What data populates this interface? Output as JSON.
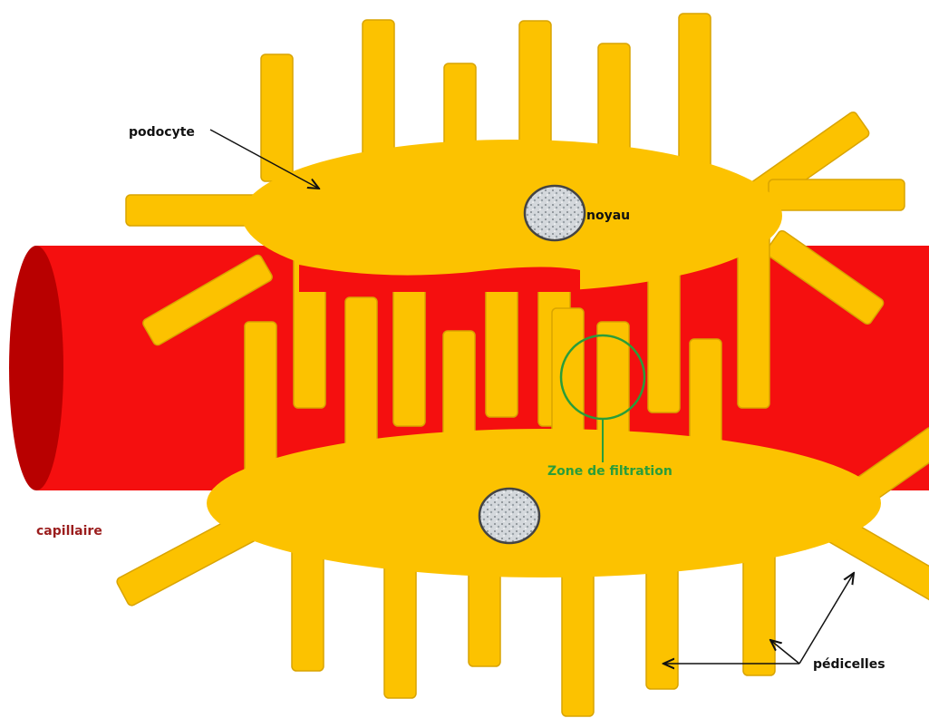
{
  "labels": {
    "podocyte": "podocyte",
    "noyau": "noyau",
    "zone_filtration": "Zone de filtration",
    "capillaire": "capillaire",
    "pedicelles": "pédicelles"
  },
  "colors": {
    "capillary": "#f50f0f",
    "capillary_end": "#b80000",
    "podocyte": "#fcc200",
    "podocyte_stroke": "#d9a400",
    "nucleus_fill": "#c8ccd0",
    "nucleus_stroke": "#444444",
    "filtration_circle": "#2a9d3a",
    "label_capillaire": "#9b1d1d",
    "label_zone": "#2a9d3a",
    "label_text": "#111111"
  }
}
